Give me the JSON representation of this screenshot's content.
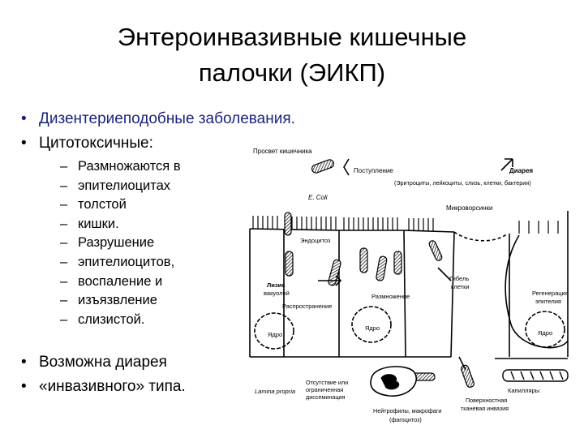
{
  "slide": {
    "title_line1": "Энтероинвазивные кишечные",
    "title_line2": "палочки (ЭИКП)",
    "bullets": [
      "Дизентериеподобные заболевания.",
      "Цитотоксичные:"
    ],
    "subbullets": [
      "Размножаются в",
      "эпителиоцитах",
      "толстой",
      "кишки.",
      "Разрушение",
      "эпителиоцитов,",
      "воспаление и",
      "изъязвление",
      "слизистой."
    ],
    "bottom_bullets": [
      "Возможна диарея",
      "«инвазивного» типа."
    ]
  },
  "diagram": {
    "lumen": "Просвет кишечника",
    "intake": "Поступление",
    "ecoli": "E. Coli",
    "diarrhea": "Диарея",
    "diarrhea_contents": "(Эритроциты, лейкоциты, слизь, клетки, бактерии)",
    "microvilli": "Микроворсинки",
    "endocytosis": "Эндоцитоз",
    "vacuole_lysis_1": "Лизис",
    "vacuole_lysis_2": "вакуолей",
    "spread": "Распространение",
    "multiplication": "Размножение",
    "cell_death_1": "Гибель",
    "cell_death_2": "клетки",
    "regeneration_1": "Регенерация",
    "regeneration_2": "эпителия",
    "nucleus": "Ядро",
    "lamina": "Lamina propria",
    "absence_1": "Отсутствие или",
    "absence_2": "ограниченная",
    "absence_3": "диссеминация",
    "neutrophils_1": "Нейтрофилы, макрофаги",
    "neutrophils_2": "(фагоцитоз)",
    "surface_1": "Поверхностная",
    "surface_2": "тканевая инвазия",
    "capillaries": "Капилляры"
  }
}
